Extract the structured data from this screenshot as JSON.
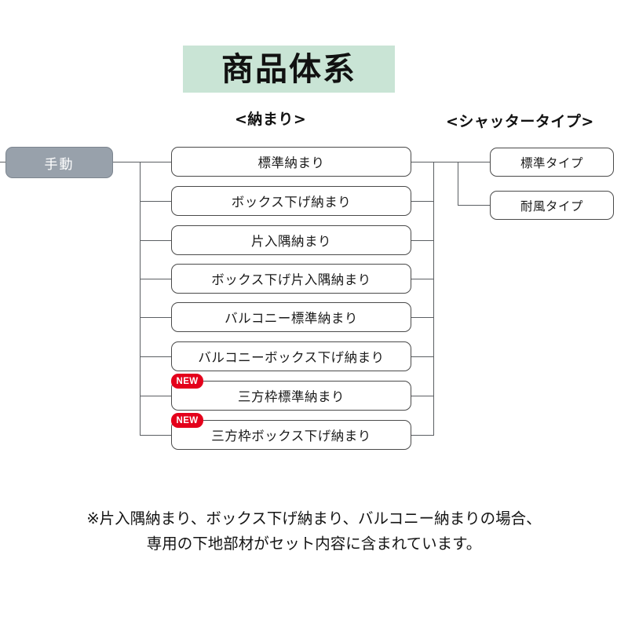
{
  "title": {
    "text": "商品体系",
    "band_color": "#c9e4d5"
  },
  "columns": {
    "osamari_header": "<納まり>",
    "shutter_header": "<シャッタータイプ>"
  },
  "root": {
    "label": "手動",
    "fill_color": "#98a1ab",
    "text_color": "#ffffff"
  },
  "osamari_items": [
    {
      "label": "標準納まり",
      "badge": null
    },
    {
      "label": "ボックス下げ納まり",
      "badge": null
    },
    {
      "label": "片入隅納まり",
      "badge": null
    },
    {
      "label": "ボックス下げ片入隅納まり",
      "badge": null
    },
    {
      "label": "バルコニー標準納まり",
      "badge": null
    },
    {
      "label": "バルコニーボックス下げ納まり",
      "badge": null
    },
    {
      "label": "三方枠標準納まり",
      "badge": "NEW"
    },
    {
      "label": "三方枠ボックス下げ納まり",
      "badge": "NEW"
    }
  ],
  "shutter_items": [
    {
      "label": "標準タイプ"
    },
    {
      "label": "耐風タイプ"
    }
  ],
  "badge": {
    "text": "NEW",
    "color": "#e4001b"
  },
  "footnote": {
    "line1": "※片入隅納まり、ボックス下げ納まり、バルコニー納まりの場合、",
    "line2": "専用の下地部材がセット内容に含まれています。"
  }
}
